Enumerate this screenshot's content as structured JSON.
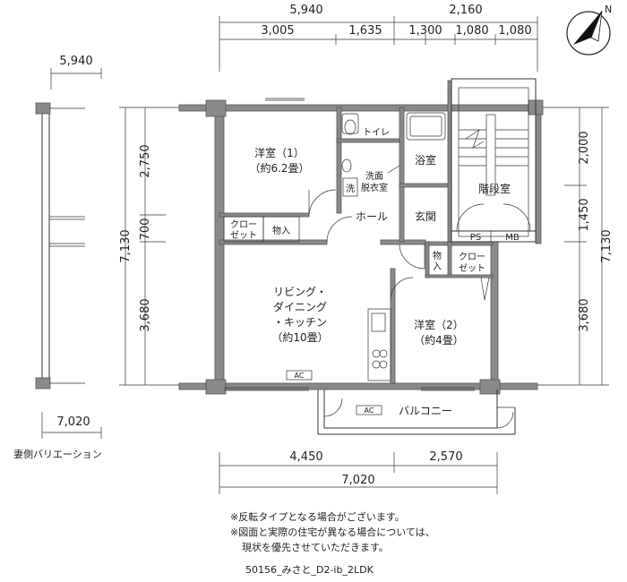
{
  "dimensions": {
    "top_total_left": "5,940",
    "top_total_right": "2,160",
    "top_segments": [
      "3,005",
      "1,635",
      "1,300",
      "1,080",
      "1,080"
    ],
    "left_side_width": "5,940",
    "left_total": "7,130",
    "left_segments": [
      "2,750",
      "700",
      "3,680"
    ],
    "right_total": "7,130",
    "right_segments": [
      "2,000",
      "1,450",
      "3,680"
    ],
    "bottom_segments": [
      "4,450",
      "2,570"
    ],
    "bottom_total": "7,020",
    "side_bottom": "7,020"
  },
  "rooms": {
    "western1_line1": "洋室（1）",
    "western1_line2": "（約6.2畳）",
    "toilet": "トイレ",
    "bath": "浴室",
    "washroom_line1": "洗面",
    "washroom_line2": "脱衣室",
    "wash_symbol": "洗",
    "stair": "階段室",
    "hall": "ホール",
    "entrance": "玄関",
    "closet1_line1": "クロー",
    "closet1_line2": "ゼット",
    "storage1": "物入",
    "storage2_line1": "物",
    "storage2_line2": "入",
    "closet2_line1": "クロー",
    "closet2_line2": "ゼット",
    "ps": "PS",
    "mb": "MB",
    "ldk_line1": "リビング・",
    "ldk_line2": "ダイニング",
    "ldk_line3": "・キッチン",
    "ldk_line4": "（約10畳）",
    "western2_line1": "洋室（2）",
    "western2_line2": "（約4畳）",
    "ac1": "AC",
    "ac2": "AC",
    "balcony": "バルコニー"
  },
  "side_variation_label": "妻側バリエーション",
  "notes": [
    "※反転タイプとなる場合がございます。",
    "※図面と実際の住宅が異なる場合については、",
    "現状を優先させていただきます。"
  ],
  "plan_code": "50156_みさと_D2-ib_2LDK",
  "icons": {
    "north": "north-arrow-icon"
  }
}
